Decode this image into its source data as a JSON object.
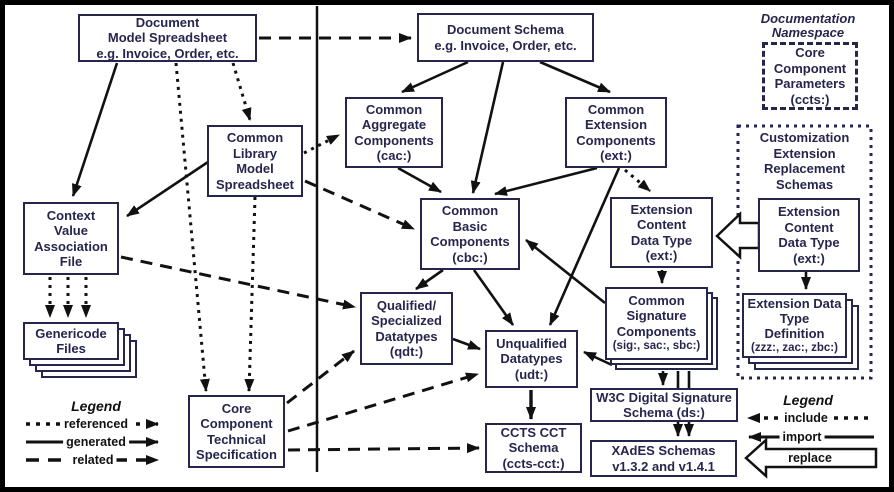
{
  "title": "UBL schema generation and dependency diagram",
  "colors": {
    "ink": "#26264d",
    "line": "#111111",
    "background": "#ffffff",
    "frame": "#000000"
  },
  "nodes": {
    "dms": {
      "lines": [
        "Document",
        "Model Spreadsheet",
        "e.g. Invoice, Order, etc."
      ]
    },
    "ds": {
      "lines": [
        "Document Schema",
        "e.g. Invoice, Order, etc."
      ]
    },
    "doc_ns": {
      "lines": [
        "Documentation",
        "Namespace"
      ]
    },
    "ccp": {
      "lines": [
        "Core",
        "Component",
        "Parameters",
        "(ccts:)"
      ]
    },
    "clms": {
      "lines": [
        "Common",
        "Library",
        "Model",
        "Spreadsheet"
      ]
    },
    "cac": {
      "lines": [
        "Common",
        "Aggregate",
        "Components",
        "(cac:)"
      ]
    },
    "ext": {
      "lines": [
        "Common",
        "Extension",
        "Components",
        "(ext:)"
      ]
    },
    "cva": {
      "lines": [
        "Context",
        "Value",
        "Association",
        "File"
      ]
    },
    "cbc": {
      "lines": [
        "Common",
        "Basic",
        "Components",
        "(cbc:)"
      ]
    },
    "ecdt_left": {
      "lines": [
        "Extension",
        "Content",
        "Data Type",
        "(ext:)"
      ]
    },
    "cust": {
      "lines": [
        "Customization",
        "Extension",
        "Replacement",
        "Schemas"
      ]
    },
    "ecdt_right": {
      "lines": [
        "Extension",
        "Content",
        "Data Type",
        "(ext:)"
      ]
    },
    "genericode": {
      "lines": [
        "Genericode",
        "Files"
      ]
    },
    "qdt": {
      "lines": [
        "Qualified/",
        "Specialized",
        "Datatypes",
        "(qdt:)"
      ]
    },
    "udt": {
      "lines": [
        "Unqualified",
        "Datatypes",
        "(udt:)"
      ]
    },
    "sig": {
      "lines": [
        "Common",
        "Signature",
        "Components",
        "(sig:, sac:, sbc:)"
      ]
    },
    "edtd": {
      "lines": [
        "Extension Data",
        "Type",
        "Definition",
        "(zzz:, zac:, zbc:)"
      ]
    },
    "ccts_spec": {
      "lines": [
        "Core",
        "Component",
        "Technical",
        "Specification"
      ]
    },
    "cct_schema": {
      "lines": [
        "CCTS CCT",
        "Schema",
        "(ccts-cct:)"
      ]
    },
    "w3c": {
      "lines": [
        "W3C Digital Signature",
        "Schema (ds:)"
      ]
    },
    "xades": {
      "lines": [
        "XAdES Schemas",
        "v1.3.2 and v1.4.1"
      ]
    }
  },
  "legend_left": {
    "title": "Legend",
    "items": {
      "referenced": "referenced",
      "generated": "generated",
      "related": "related"
    }
  },
  "legend_right": {
    "title": "Legend",
    "items": {
      "include": "include",
      "import": "import",
      "replace": "replace"
    }
  },
  "edges": [
    {
      "from": "Document Model Spreadsheet",
      "to": "Document Schema",
      "type": "related"
    },
    {
      "from": "Document Model Spreadsheet",
      "to": "Common Library Model Spreadsheet",
      "type": "referenced"
    },
    {
      "from": "Document Model Spreadsheet",
      "to": "Core Component Technical Specification",
      "type": "referenced"
    },
    {
      "from": "Document Model Spreadsheet",
      "to": "Context Value Association File",
      "type": "generated"
    },
    {
      "from": "Common Library Model Spreadsheet",
      "to": "Context Value Association File",
      "type": "generated"
    },
    {
      "from": "Common Library Model Spreadsheet",
      "to": "Common Aggregate Components (cac:)",
      "type": "referenced"
    },
    {
      "from": "Common Library Model Spreadsheet",
      "to": "Common Basic Components (cbc:)",
      "type": "related"
    },
    {
      "from": "Common Library Model Spreadsheet",
      "to": "Core Component Technical Specification",
      "type": "referenced"
    },
    {
      "from": "Document Schema",
      "to": "Common Aggregate Components (cac:)",
      "type": "generated"
    },
    {
      "from": "Document Schema",
      "to": "Common Basic Components (cbc:)",
      "type": "generated"
    },
    {
      "from": "Document Schema",
      "to": "Common Extension Components (ext:)",
      "type": "generated"
    },
    {
      "from": "Common Aggregate Components (cac:)",
      "to": "Common Basic Components (cbc:)",
      "type": "generated"
    },
    {
      "from": "Common Extension Components (ext:)",
      "to": "Common Basic Components (cbc:)",
      "type": "generated"
    },
    {
      "from": "Common Extension Components (ext:)",
      "to": "Unqualified Datatypes (udt:)",
      "type": "generated"
    },
    {
      "from": "Common Extension Components (ext:)",
      "to": "Extension Content Data Type (ext:)",
      "type": "referenced"
    },
    {
      "from": "Context Value Association File",
      "to": "Genericode Files",
      "type": "referenced",
      "count": 3
    },
    {
      "from": "Context Value Association File",
      "to": "Qualified/Specialized Datatypes (qdt:)",
      "type": "related"
    },
    {
      "from": "Common Basic Components (cbc:)",
      "to": "Qualified/Specialized Datatypes (qdt:)",
      "type": "generated"
    },
    {
      "from": "Common Basic Components (cbc:)",
      "to": "Unqualified Datatypes (udt:)",
      "type": "generated"
    },
    {
      "from": "Qualified/Specialized Datatypes (qdt:)",
      "to": "Unqualified Datatypes (udt:)",
      "type": "generated"
    },
    {
      "from": "Unqualified Datatypes (udt:)",
      "to": "CCTS CCT Schema (ccts-cct:)",
      "type": "generated"
    },
    {
      "from": "Common Signature Components (sig:, sac:, sbc:)",
      "to": "Common Basic Components (cbc:)",
      "type": "generated"
    },
    {
      "from": "Common Signature Components (sig:, sac:, sbc:)",
      "to": "Unqualified Datatypes (udt:)",
      "type": "generated"
    },
    {
      "from": "Extension Content Data Type (ext:)",
      "to": "Common Signature Components (sig:, sac:, sbc:)",
      "type": "generated"
    },
    {
      "from": "Customization Extension Content Data Type (ext:)",
      "to": "Extension Data Type Definition (zzz:, zac:, zbc:)",
      "type": "generated"
    },
    {
      "from": "Customization Extension Content Data Type (ext:)",
      "to": "Extension Content Data Type (ext:)",
      "type": "replace"
    },
    {
      "from": "Common Signature Components (sig:, sac:, sbc:)",
      "to": "W3C Digital Signature Schema (ds:)",
      "type": "generated"
    },
    {
      "from": "Common Signature Components (sig:, sac:, sbc:)",
      "to": "XAdES Schemas v1.3.2 and v1.4.1",
      "type": "generated",
      "count": 2
    },
    {
      "from": "Core Component Technical Specification",
      "to": "Qualified/Specialized Datatypes (qdt:)",
      "type": "related"
    },
    {
      "from": "Core Component Technical Specification",
      "to": "Unqualified Datatypes (udt:)",
      "type": "related"
    },
    {
      "from": "Core Component Technical Specification",
      "to": "CCTS CCT Schema (ccts-cct:)",
      "type": "related"
    }
  ]
}
